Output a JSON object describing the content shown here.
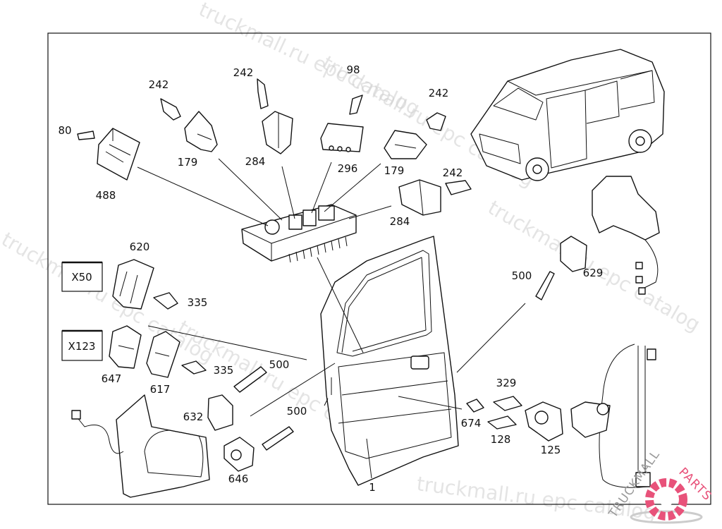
{
  "watermark": "truckmall.ru epc catalog",
  "logo": {
    "text_left": "TRUCKMALL",
    "text_right": "PARTS",
    "accent_color": "#e8527a"
  },
  "callouts": {
    "p242a": "242",
    "p242b": "242",
    "p98": "98",
    "p242c": "242",
    "p80": "80",
    "p179a": "179",
    "p284a": "284",
    "p296": "296",
    "p179b": "179",
    "p242d": "242",
    "p488": "488",
    "p284b": "284",
    "p620": "620",
    "p335a": "335",
    "p500a": "500",
    "p335b": "335",
    "p647": "647",
    "p617": "617",
    "p500b": "500",
    "p629": "629",
    "p329": "329",
    "p674": "674",
    "p128": "128",
    "p125": "125",
    "p632": "632",
    "p500c": "500",
    "p646": "646",
    "p1": "1"
  },
  "connectors": {
    "x50": "X50",
    "x123": "X123"
  }
}
